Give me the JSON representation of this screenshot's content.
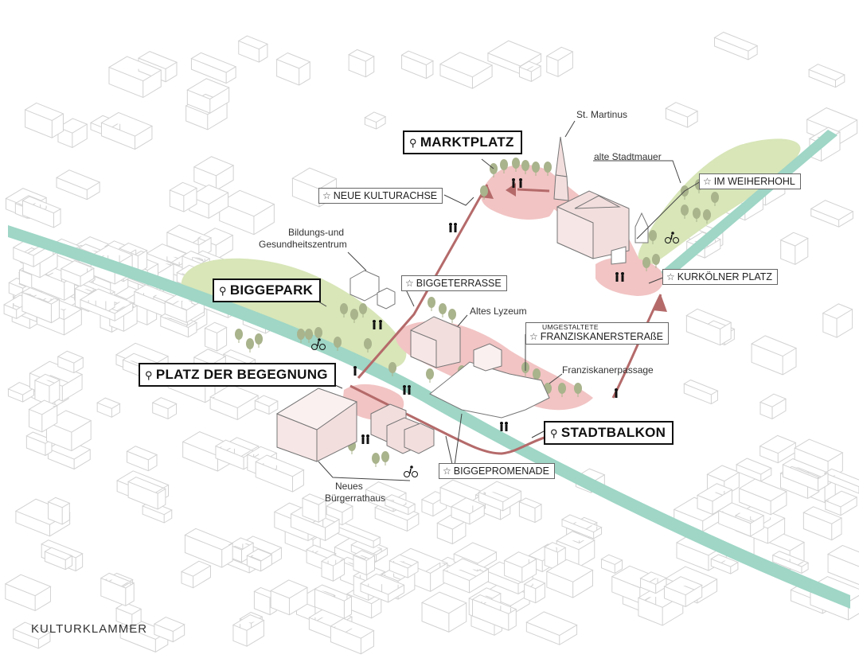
{
  "title": "KULTURKLAMMER",
  "colors": {
    "river": "#9fd6c6",
    "park": "#d8e6b8",
    "route": "#f2c4c4",
    "path": "#b56a6a",
    "building_highlight": "#f3dede",
    "tree": "#a9b38c",
    "outline": "#cfcfcf"
  },
  "main_places": [
    {
      "id": "marktplatz",
      "label": "MARKTPLATZ"
    },
    {
      "id": "biggepark",
      "label": "BIGGEPARK"
    },
    {
      "id": "platz_der_begegnung",
      "label": "PLATZ DER BEGEGNUNG"
    },
    {
      "id": "stadtbalkon",
      "label": "STADTBALKON"
    }
  ],
  "features": [
    {
      "id": "neue_kulturachse",
      "label": "NEUE KULTURACHSE"
    },
    {
      "id": "biggeterrasse",
      "label": "BIGGETERRASSE"
    },
    {
      "id": "im_weiherhohl",
      "label": "IM WEIHERHOHL"
    },
    {
      "id": "kurkoelner_platz",
      "label": "KURKÖLNER PLATZ"
    },
    {
      "id": "franziskanerstrasse",
      "prefix": "UMGESTALTETE",
      "label": "FRANZISKANERSTERAßE"
    },
    {
      "id": "biggepromenade",
      "label": "BIGGEPROMENADE"
    }
  ],
  "buildings": [
    {
      "id": "st_martinus",
      "label": "St. Martinus"
    },
    {
      "id": "alte_stadtmauer",
      "label": "alte Stadtmauer"
    },
    {
      "id": "bildungszentrum",
      "label1": "Bildungs-und",
      "label2": "Gesundheitszentrum"
    },
    {
      "id": "altes_lyzeum",
      "label": "Altes Lyzeum"
    },
    {
      "id": "franziskanerpassage",
      "label": "Franziskanerpassage"
    },
    {
      "id": "neues_buergerrathaus",
      "label1": "Neues",
      "label2": "Bürgerrathaus"
    }
  ],
  "icons": {
    "main_place": "location-pin-icon",
    "feature": "star-icon",
    "cyclist": "cyclist-icon",
    "pedestrian": "pedestrian-icon"
  }
}
